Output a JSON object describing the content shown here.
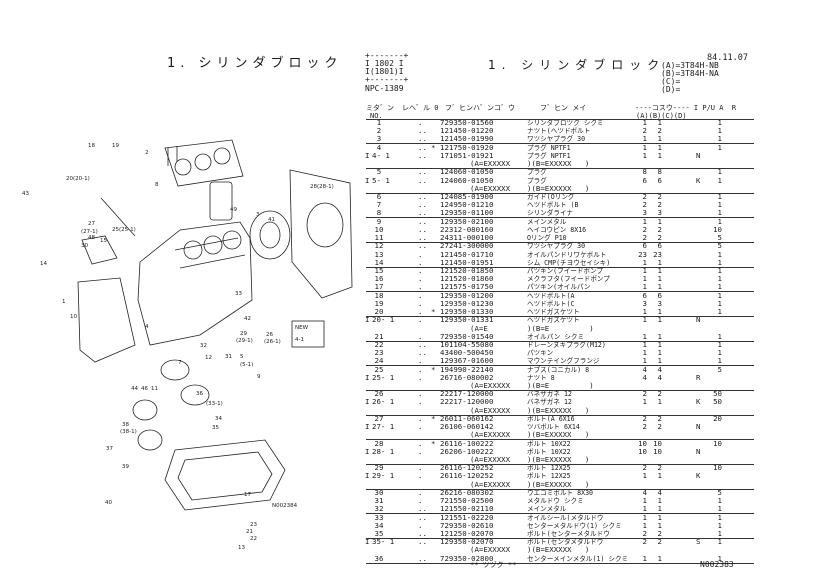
{
  "left": {
    "title": "1. シリンダブロック",
    "diagram_code": "N002384",
    "new_box": {
      "title": "NEW",
      "item": "4-1"
    },
    "callouts": [
      "18",
      "19",
      "2",
      "20(20-1)",
      "8",
      "43",
      "28(28-1)",
      "27",
      "(27-1)",
      "49",
      "3",
      "41",
      "15",
      "25(25-1)",
      "48",
      "30",
      "14",
      "1",
      "4",
      "10",
      "32",
      "31",
      "33",
      "42",
      "26",
      "(26-1)",
      "29",
      "(29-1)",
      "12",
      "5",
      "(5-1)",
      "9",
      "44",
      "46",
      "11",
      "7",
      "36",
      "(33-1)",
      "34",
      "35",
      "38",
      "(38-1)",
      "37",
      "39",
      "40",
      "17",
      "23",
      "21",
      "22",
      "13"
    ]
  },
  "header": {
    "box_top": "+-------+",
    "box_line1": "I 1802 I",
    "box_line2": "I(1801)I",
    "box_bottom": "+-------+",
    "npc": "NPC-1389",
    "title": "1. シリンダブロック",
    "date": "84.11.07",
    "models": [
      "(A)=3T84H-NB",
      "(B)=3T84H-NA",
      "(C)=",
      "(D)="
    ]
  },
  "columns": {
    "no_line1": "ミタ゛ン",
    "no_line2": "NO.",
    "level": "レヘ゛ル 0",
    "part_no": "フ゛ヒンハ゛ンコ゛ウ",
    "part_name": "フ゛ヒン メイ",
    "qty": "----コスウ---- I P/U A  R",
    "qty_sub": "(A)(B)(C)(D)"
  },
  "rows": [
    {
      "no": "1",
      "lvl": ".",
      "part": "729350-01560",
      "name": "シリンダブロツク シクミ",
      "a": "1",
      "b": "1",
      "pu": "1"
    },
    {
      "no": "2",
      "lvl": "..",
      "part": "121450-01220",
      "name": "ナツト(ヘツドボルト",
      "a": "2",
      "b": "2",
      "pu": "1"
    },
    {
      "no": "3",
      "lvl": "..",
      "part": "121450-01990",
      "name": "ワツシヤプラグ 30",
      "a": "1",
      "b": "1",
      "pu": "1",
      "u": true
    },
    {
      "no": "4",
      "lvl": "..",
      "star": "*",
      "part": "121750-01920",
      "name": "プラグ NPTF1",
      "a": "1",
      "b": "1",
      "pu": "1"
    },
    {
      "ind": "I",
      "sub": "4- 1",
      "lvl": "..",
      "part": "171051-01921",
      "name": "プラグ NPTF1",
      "a": "1",
      "b": "1",
      "code": "N"
    },
    {
      "exa": "(A=EXXXXX",
      "exb": ")(B=EXXXXX   )",
      "u": true
    },
    {
      "no": "5",
      "lvl": "..",
      "part": "124060-01050",
      "name": "プラグ",
      "a": "8",
      "b": "8",
      "pu": "1"
    },
    {
      "ind": "I",
      "sub": "5- 1",
      "lvl": "..",
      "part": "124060-01050",
      "name": "プラグ",
      "a": "6",
      "b": "6",
      "code": "K",
      "pu": "1"
    },
    {
      "exa": "(A=EXXXXX",
      "exb": ")(B=EXXXXX   )",
      "u": true
    },
    {
      "no": "6",
      "lvl": "..",
      "part": "124085-01900",
      "name": "ガイド(Oリング",
      "a": "2",
      "b": "2",
      "pu": "1"
    },
    {
      "no": "7",
      "lvl": "..",
      "part": "124950-01210",
      "name": "ヘツドボルト (B",
      "a": "2",
      "b": "2",
      "pu": "1"
    },
    {
      "no": "8",
      "lvl": "..",
      "part": "129350-01100",
      "name": "シリンダライナ",
      "a": "3",
      "b": "3",
      "pu": "1",
      "u": true
    },
    {
      "no": "9",
      "lvl": "..",
      "part": "129350-02100",
      "name": "メインメタル",
      "a": "1",
      "b": "1",
      "pu": "1"
    },
    {
      "no": "10",
      "lvl": "..",
      "part": "22312-080160",
      "name": "ヘイコウピン 8X16",
      "a": "2",
      "b": "2",
      "pu": "10"
    },
    {
      "no": "11",
      "lvl": "..",
      "part": "24311-000100",
      "name": "Oリング P10",
      "a": "2",
      "b": "2",
      "pu": "5",
      "u": true
    },
    {
      "no": "12",
      "lvl": "..",
      "part": "27241-300000",
      "name": "ワツシヤプラグ 30",
      "a": "6",
      "b": "6",
      "pu": "5"
    },
    {
      "no": "13",
      "lvl": ".",
      "part": "121450-01710",
      "name": "オイルパンドリワケボルト",
      "a": "23",
      "b": "23",
      "pu": "1"
    },
    {
      "no": "14",
      "lvl": ".",
      "part": "121450-01951",
      "name": "シム CMP(チヨウセイシキ)",
      "a": "1",
      "b": "1",
      "pu": "1",
      "u": true
    },
    {
      "no": "15",
      "lvl": ".",
      "part": "121520-01850",
      "name": "パツキン(フイードポンプ",
      "a": "1",
      "b": "1",
      "pu": "1"
    },
    {
      "no": "16",
      "lvl": ".",
      "part": "121520-01860",
      "name": "メクラフタ(フイードポンプ",
      "a": "1",
      "b": "1",
      "pu": "1"
    },
    {
      "no": "17",
      "lvl": ".",
      "part": "121575-01750",
      "name": "パツキン(オイルパン",
      "a": "1",
      "b": "1",
      "pu": "1",
      "u": true
    },
    {
      "no": "18",
      "lvl": ".",
      "part": "129350-01200",
      "name": "ヘツドボルト(A",
      "a": "6",
      "b": "6",
      "pu": "1"
    },
    {
      "no": "19",
      "lvl": ".",
      "part": "129350-01230",
      "name": "ヘツドボルト(C",
      "a": "3",
      "b": "3",
      "pu": "1"
    },
    {
      "no": "20",
      "lvl": ".",
      "star": "*",
      "part": "129350-01330",
      "name": "ヘツドガスケツト",
      "a": "1",
      "b": "1",
      "pu": "1",
      "u": true
    },
    {
      "ind": "I",
      "sub": "20- 1",
      "lvl": ".",
      "part": "129350-01331",
      "name": "ヘツドガスケツト",
      "a": "1",
      "b": "1",
      "code": "N"
    },
    {
      "exa": "(A=E",
      "exb": ")(B=E         )"
    },
    {
      "no": "21",
      "lvl": ".",
      "part": "729350-01540",
      "name": "オイルパン シクミ",
      "a": "1",
      "b": "1",
      "pu": "1",
      "u": true
    },
    {
      "no": "22",
      "lvl": "..",
      "part": "101104-55080",
      "name": "ドレーンヌキプラグ(M12)",
      "a": "1",
      "b": "1",
      "pu": "1"
    },
    {
      "no": "23",
      "lvl": "..",
      "part": "43400-500450",
      "name": "パツキン",
      "a": "1",
      "b": "1",
      "pu": "1"
    },
    {
      "no": "24",
      "lvl": ".",
      "part": "129367-01600",
      "name": "マウンテイングフランジ",
      "a": "1",
      "b": "1",
      "pu": "1",
      "u": true
    },
    {
      "no": "25",
      "lvl": ".",
      "star": "*",
      "part": "194990-22140",
      "name": "ナブス(コニカル) 8",
      "a": "4",
      "b": "4",
      "pu": "5"
    },
    {
      "ind": "I",
      "sub": "25- 1",
      "lvl": ".",
      "part": "26716-080002",
      "name": "ナツト 8",
      "a": "4",
      "b": "4",
      "code": "R"
    },
    {
      "exa": "(A=EXXXXX",
      "exb": ")(B=E         )",
      "u": true
    },
    {
      "no": "26",
      "lvl": ".",
      "part": "22217-120000",
      "name": "バネザガネ 12",
      "a": "2",
      "b": "2",
      "pu": "50"
    },
    {
      "ind": "I",
      "sub": "26- 1",
      "lvl": ".",
      "part": "22217-120000",
      "name": "バネザガネ 12",
      "a": "1",
      "b": "1",
      "code": "K",
      "pu": "50"
    },
    {
      "exa": "(A=EXXXXX",
      "exb": ")(B=EXXXXX   )",
      "u": true
    },
    {
      "no": "27",
      "lvl": ".",
      "star": "*",
      "part": "26011-060162",
      "name": "ボルト(A 6X16",
      "a": "2",
      "b": "2",
      "pu": "20"
    },
    {
      "ind": "I",
      "sub": "27- 1",
      "lvl": ".",
      "part": "26106-060142",
      "name": "ツバボルト 6X14",
      "a": "2",
      "b": "2",
      "code": "N"
    },
    {
      "exa": "(A=EXXXXX",
      "exb": ")(B=EXXXXX   )",
      "u": true
    },
    {
      "no": "28",
      "lvl": ".",
      "star": "*",
      "part": "26116-100222",
      "name": "ボルト 10X22",
      "a": "10",
      "b": "10",
      "pu": "10"
    },
    {
      "ind": "I",
      "sub": "28- 1",
      "lvl": ".",
      "part": "26206-100222",
      "name": "ボルト 10X22",
      "a": "10",
      "b": "10",
      "code": "N"
    },
    {
      "exa": "(A=EXXXXX",
      "exb": ")(B=EXXXXX   )",
      "u": true
    },
    {
      "no": "29",
      "lvl": ".",
      "part": "26116-120252",
      "name": "ボルト 12X25",
      "a": "2",
      "b": "2",
      "pu": "10"
    },
    {
      "ind": "I",
      "sub": "29- 1",
      "lvl": ".",
      "part": "26116-120252",
      "name": "ボルト 12X25",
      "a": "1",
      "b": "1",
      "code": "K"
    },
    {
      "exa": "(A=EXXXXX",
      "exb": ")(B=EXXXXX   )",
      "u": true
    },
    {
      "no": "30",
      "lvl": ".",
      "part": "26216-080302",
      "name": "ウエコミボルト 8X30",
      "a": "4",
      "b": "4",
      "pu": "5"
    },
    {
      "no": "31",
      "lvl": ".",
      "part": "721550-02500",
      "name": "メタルドウ シクミ",
      "a": "1",
      "b": "1",
      "pu": "1"
    },
    {
      "no": "32",
      "lvl": "..",
      "part": "121550-02110",
      "name": "メインメタル",
      "a": "1",
      "b": "1",
      "pu": "1",
      "u": true
    },
    {
      "no": "33",
      "lvl": "..",
      "part": "121551-02220",
      "name": "オイルシール(メタルドウ",
      "a": "1",
      "b": "1",
      "pu": "1"
    },
    {
      "no": "34",
      "lvl": ".",
      "part": "729350-02610",
      "name": "センターメタルドウ(1) シクミ",
      "a": "1",
      "b": "1",
      "pu": "1"
    },
    {
      "no": "35",
      "lvl": "..",
      "part": "121250-02070",
      "name": "ボルト(センターメタルドウ",
      "a": "2",
      "b": "2",
      "pu": "1",
      "u": true
    },
    {
      "ind": "I",
      "sub": "35- 1",
      "lvl": "..",
      "part": "129350-02070",
      "name": "ボルト(センタメタルドウ",
      "a": "2",
      "b": "2",
      "code": "S",
      "pu": "1"
    },
    {
      "exa": "(A=EXXXXX",
      "exb": ")(B=EXXXXX   )"
    },
    {
      "no": "36",
      "lvl": "..",
      "part": "729350-02800",
      "name": "センターメインメタル(1) シクミ",
      "a": "1",
      "b": "1",
      "pu": "1",
      "u": true
    }
  ],
  "footer": {
    "continued": "** ツヅク **",
    "page_code": "N002383"
  }
}
